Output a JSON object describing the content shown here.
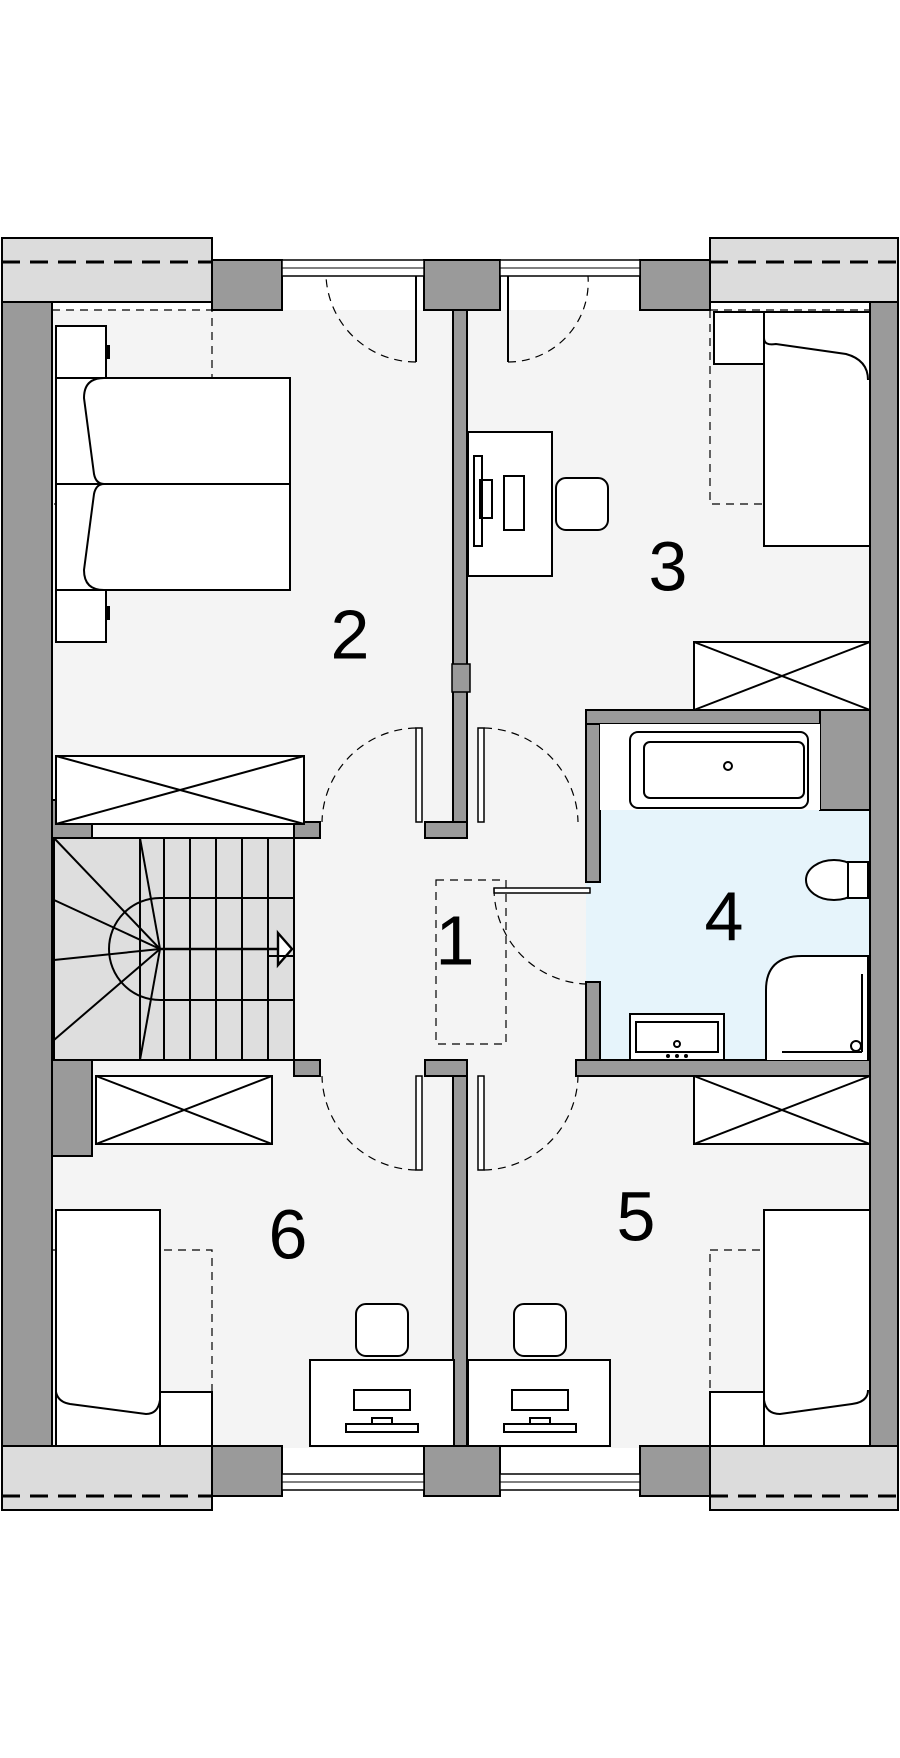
{
  "rooms": {
    "hall": "1",
    "bedroom_nw": "2",
    "bedroom_ne": "3",
    "bathroom": "4",
    "bedroom_se": "5",
    "bedroom_sw": "6"
  },
  "colors": {
    "wall": "#9a9a9a",
    "floor": "#f4f4f4",
    "bathroom_floor": "#e6f4fb",
    "stairs": "#dedede",
    "balcony": "#dcdcdc",
    "line": "#000000"
  }
}
